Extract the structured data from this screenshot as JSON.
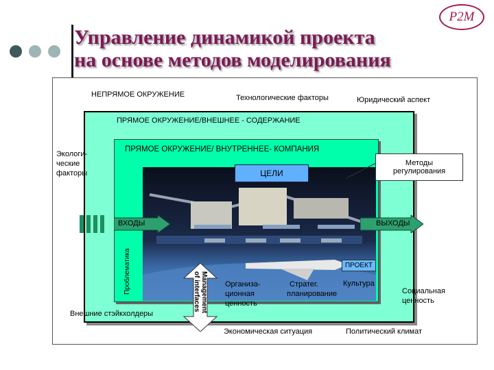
{
  "logo": "P2M",
  "title": {
    "line1": "Управление динамикой проекта",
    "line2": "на основе методов моделирования"
  },
  "colors": {
    "title": "#7b1a55",
    "middle_box": "#7fffd4",
    "inner_box": "#00ffaa",
    "arrow": "#2ea070"
  },
  "diagram": {
    "indirect_env": "НЕПРЯМОЕ ОКРУЖЕНИЕ",
    "tech_factors": "Технологические факторы",
    "legal": "Юридический аспект",
    "direct_env_ext": "ПРЯМОЕ ОКРУЖЕНИЕ/ВНЕШНЕЕ - СОДЕРЖАНИЕ",
    "direct_env_int": "ПРЯМОЕ ОКРУЖЕНИЕ/ ВНУТРЕННЕЕ- КОМПАНИЯ",
    "ecological_1": "Экологи-",
    "ecological_2": "ческие",
    "ecological_3": "факторы",
    "regulation_1": "Методы",
    "regulation_2": "регулирования",
    "goals": "ЦЕЛИ",
    "inputs": "ВХОДЫ",
    "outputs": "ВЫХОДЫ",
    "problematics": "Проблематика",
    "project": "ПРОЕКТ",
    "stakeholders": "Внешние стэйкхолдеры",
    "interfaces_1": "Management",
    "interfaces_2": "of interfaces",
    "org_value_1": "Организа-",
    "org_value_2": "ционная",
    "org_value_3": "ценность",
    "strategic_1": "Стратег.",
    "strategic_2": "планирование",
    "culture": "Культура",
    "social_1": "Социальная",
    "social_2": "ценность",
    "economy": "Экономическая ситуация",
    "political": "Политический климат"
  }
}
